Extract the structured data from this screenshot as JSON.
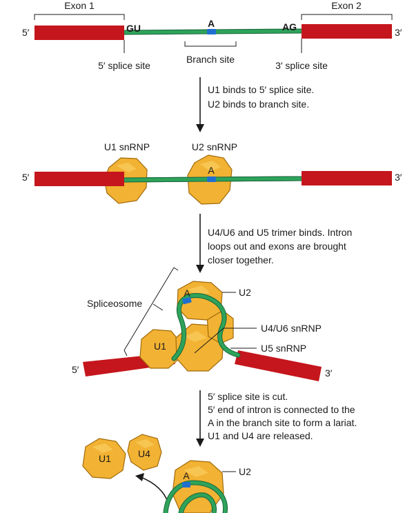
{
  "panel1": {
    "exon1": "Exon 1",
    "exon2": "Exon 2",
    "five_prime": "5′",
    "three_prime": "3′",
    "gu": "GU",
    "ag": "AG",
    "a": "A",
    "branch_site": "Branch site",
    "five_splice": "5′ splice site",
    "three_splice": "3′ splice site"
  },
  "step1": {
    "line1": "U1 binds to 5′ splice site.",
    "line2": "U2 binds to branch site."
  },
  "panel2": {
    "five_prime": "5′",
    "three_prime": "3′",
    "u1_label": "U1 snRNP",
    "u2_label": "U2 snRNP",
    "a": "A"
  },
  "step2": {
    "line1": "U4/U6 and U5 trimer binds. Intron",
    "line2": "loops out and exons are brought",
    "line3": "closer together."
  },
  "panel3": {
    "spliceosome": "Spliceosome",
    "u2": "U2",
    "u4u6": "U4/U6 snRNP",
    "u5": "U5 snRNP",
    "u1": "U1",
    "a": "A",
    "five_prime": "5′",
    "three_prime": "3′"
  },
  "step3": {
    "line1": "5′ splice site is cut.",
    "line2": "5′ end of intron is connected to the",
    "line3": "A in the branch site to form a lariat.",
    "line4": "U1 and U4 are released."
  },
  "panel4": {
    "u1": "U1",
    "u4": "U4",
    "u2": "U2",
    "a": "A"
  },
  "colors": {
    "exon": "#c4161c",
    "intron": "#2ea35a",
    "snrnp": "#f2b233",
    "branch": "#1f6fd1"
  }
}
